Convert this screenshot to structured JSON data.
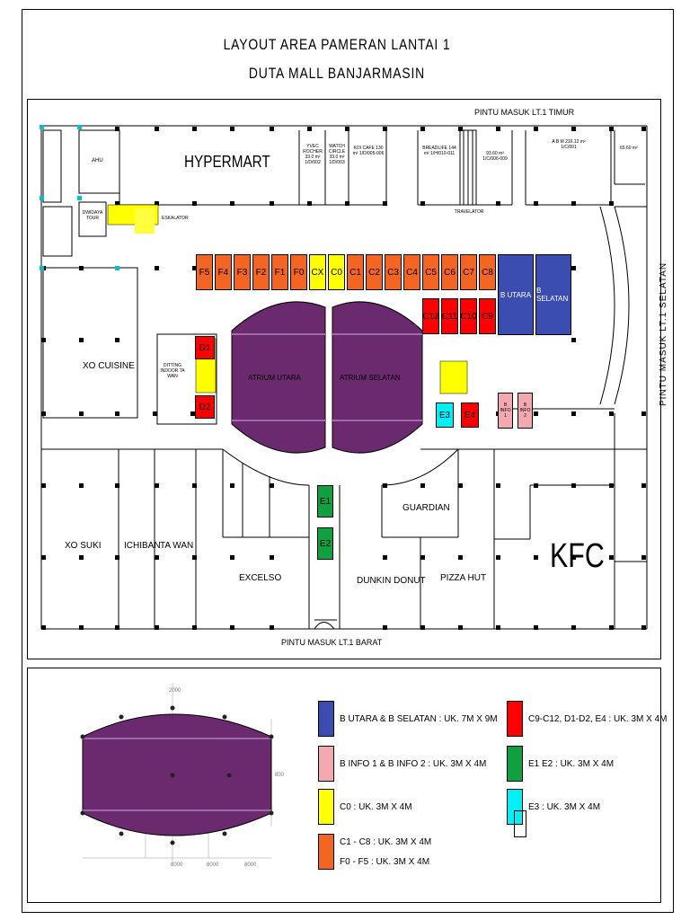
{
  "header": {
    "title_line1": "LAYOUT AREA PAMERAN LANTAI 1",
    "title_line2": "DUTA MALL BANJARMASIN"
  },
  "entrances": {
    "timur": "PINTU MASUK LT.1 TIMUR",
    "selatan": "PINTU MASUK LT.1 SELATAN",
    "barat": "PINTU MASUK LT.1 BARAT"
  },
  "stores": {
    "hypermart": "HYPERMART",
    "ahu": "AHU",
    "dwidaya": "DWIDAYA TOUR",
    "eskalator": "ESKALATOR",
    "yvec": "YVEC ROCHER 33.0 m² 1/D/002",
    "watch": "WATCH CIRCLE 33.0 m² 1/D/003",
    "kopi": "KOI CAFE 130 m² 1/D/005-006",
    "breadlife": "BREADLIFE 144 m² 1/H/010-011",
    "travelator": "TRAVELATOR",
    "unit9360": "93.60 m² 1/C/006-009",
    "abm": "A B M 216.12 m² 1/C/001",
    "unit6560": "65.60 m²",
    "xo_cuisine": "XO CUISINE",
    "ditting": "DITTING INDOOR TA WAN",
    "atrium_utara": "ATRIUM UTARA",
    "atrium_selatan": "ATRIUM SELATAN",
    "xo_suki": "XO SUKI",
    "ichiban": "ICHIBAN",
    "ta_wan": "TA WAN",
    "excelso": "EXCELSO",
    "guardian": "GUARDIAN",
    "dunkin": "DUNKIN DONUT",
    "pizza_hut": "PIZZA HUT",
    "kfc": "KFC"
  },
  "booths": {
    "f5": "F5",
    "f4": "F4",
    "f3": "F3",
    "f2": "F2",
    "f1": "F1",
    "f0": "F0",
    "cx": "CX",
    "c0": "C0",
    "c1": "C1",
    "c2": "C2",
    "c3": "C3",
    "c4": "C4",
    "c5": "C5",
    "c6": "C6",
    "c7": "C7",
    "c8": "C8",
    "c12": "C12",
    "c11": "C11",
    "c10": "C10",
    "c9": "C9",
    "b_utara": "B UTARA",
    "b_selatan": "B SELATAN",
    "d1": "D1",
    "d2": "D2",
    "e1": "E1",
    "e2": "E2",
    "e3": "E3",
    "e4": "E4",
    "b_info1": "B INFO 1",
    "b_info2": "B INFO 2"
  },
  "legend": {
    "blue": "B UTARA & B SELATAN : UK. 7M X 9M",
    "pink": "B INFO 1 & B INFO 2 : UK. 3M X 4M",
    "yellow": "C0 : UK. 3M X 4M",
    "orange_line1": "C1 - C8 : UK. 3M X 4M",
    "orange_line2": "F0 - F5 : UK. 3M X 4M",
    "red": "C9-C12, D1-D2, E4 : UK. 3M X 4M",
    "green": "E1 E2 : UK. 3M X 4M",
    "cyan": "E3 : UK. 3M X 4M"
  },
  "dimensions": {
    "top": "2000",
    "side": "800",
    "bottom_a": "8000",
    "bottom_b": "8000",
    "bottom_c": "8000"
  },
  "colors": {
    "orange": "#f26522",
    "yellow": "#ffff00",
    "red": "#ff0000",
    "blue": "#3b4db0",
    "pink": "#f4a8b0",
    "green": "#10a040",
    "cyan": "#00f0f8",
    "atrium": "#6b2a6e"
  }
}
